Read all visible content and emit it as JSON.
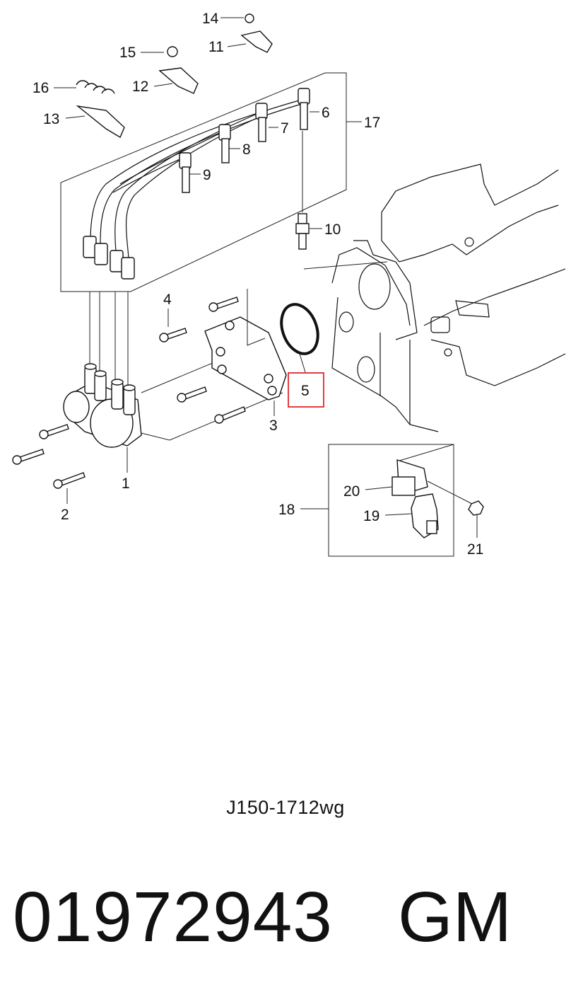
{
  "callouts": [
    {
      "id": "c1",
      "label": "1"
    },
    {
      "id": "c2",
      "label": "2"
    },
    {
      "id": "c3",
      "label": "3"
    },
    {
      "id": "c4",
      "label": "4"
    },
    {
      "id": "c5",
      "label": "5"
    },
    {
      "id": "c6",
      "label": "6"
    },
    {
      "id": "c7",
      "label": "7"
    },
    {
      "id": "c8",
      "label": "8"
    },
    {
      "id": "c9",
      "label": "9"
    },
    {
      "id": "c10",
      "label": "10"
    },
    {
      "id": "c11",
      "label": "11"
    },
    {
      "id": "c12",
      "label": "12"
    },
    {
      "id": "c13",
      "label": "13"
    },
    {
      "id": "c14",
      "label": "14"
    },
    {
      "id": "c15",
      "label": "15"
    },
    {
      "id": "c16",
      "label": "16"
    },
    {
      "id": "c17",
      "label": "17"
    },
    {
      "id": "c18",
      "label": "18"
    },
    {
      "id": "c19",
      "label": "19"
    },
    {
      "id": "c20",
      "label": "20"
    },
    {
      "id": "c21",
      "label": "21"
    }
  ],
  "highlight": {
    "label": "5",
    "color": "#e0262b",
    "text_color": "#777777"
  },
  "drawing_code": "J150-1712wg",
  "part_number": "01972943",
  "brand": "GM"
}
